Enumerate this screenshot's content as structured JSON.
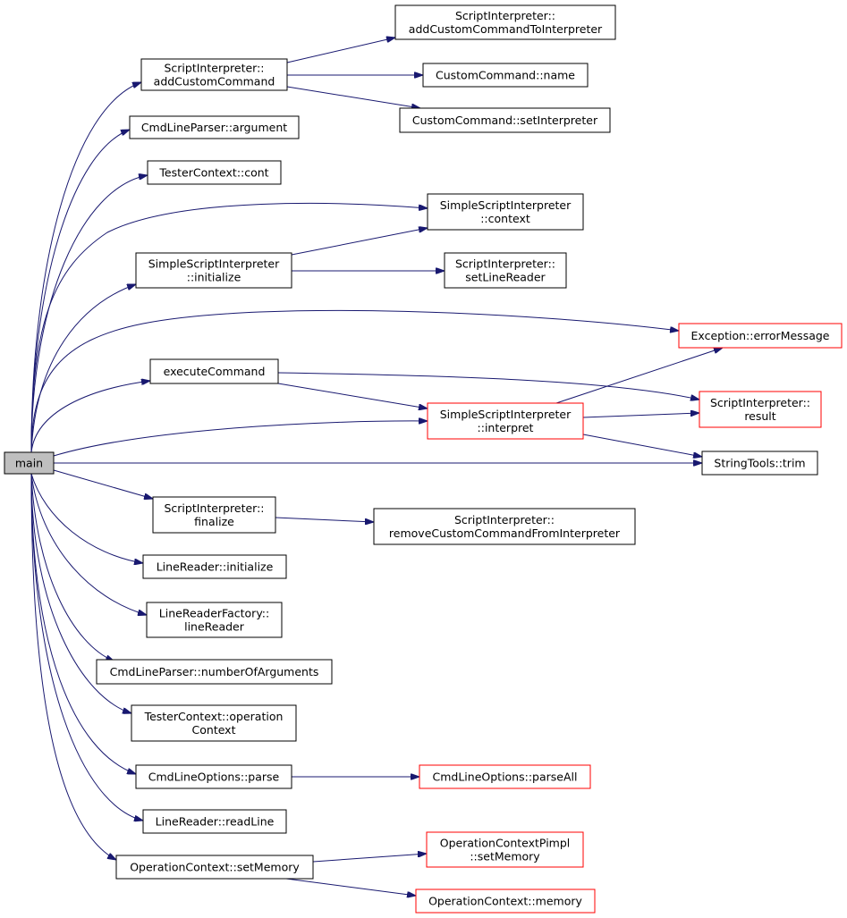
{
  "colors": {
    "edge": "#191970",
    "node_border": "#000000",
    "truncated_border": "#ff0000",
    "root_fill": "#bfbfbf"
  },
  "nodes": {
    "main": {
      "lines": [
        "main"
      ]
    },
    "add_custom_command": {
      "lines": [
        "ScriptInterpreter::",
        "addCustomCommand"
      ]
    },
    "add_custom_command_to_interpreter": {
      "lines": [
        "ScriptInterpreter::",
        "addCustomCommandToInterpreter"
      ]
    },
    "custom_command_name": {
      "lines": [
        "CustomCommand::name"
      ]
    },
    "custom_command_set_interpreter": {
      "lines": [
        "CustomCommand::setInterpreter"
      ]
    },
    "cmd_line_parser_argument": {
      "lines": [
        "CmdLineParser::argument"
      ]
    },
    "tester_context_cont": {
      "lines": [
        "TesterContext::cont"
      ]
    },
    "simple_script_interpreter_context": {
      "lines": [
        "SimpleScriptInterpreter",
        "::context"
      ]
    },
    "simple_script_interpreter_initialize": {
      "lines": [
        "SimpleScriptInterpreter",
        "::initialize"
      ]
    },
    "script_interpreter_set_line_reader": {
      "lines": [
        "ScriptInterpreter::",
        "setLineReader"
      ]
    },
    "exception_error_message": {
      "lines": [
        "Exception::errorMessage"
      ]
    },
    "execute_command": {
      "lines": [
        "executeCommand"
      ]
    },
    "script_interpreter_result": {
      "lines": [
        "ScriptInterpreter::",
        "result"
      ]
    },
    "simple_script_interpreter_interpret": {
      "lines": [
        "SimpleScriptInterpreter",
        "::interpret"
      ]
    },
    "string_tools_trim": {
      "lines": [
        "StringTools::trim"
      ]
    },
    "script_interpreter_finalize": {
      "lines": [
        "ScriptInterpreter::",
        "finalize"
      ]
    },
    "remove_custom_command_from_interpreter": {
      "lines": [
        "ScriptInterpreter::",
        "removeCustomCommandFromInterpreter"
      ]
    },
    "line_reader_initialize": {
      "lines": [
        "LineReader::initialize"
      ]
    },
    "line_reader_factory_line_reader": {
      "lines": [
        "LineReaderFactory::",
        "lineReader"
      ]
    },
    "cmd_line_parser_number_of_arguments": {
      "lines": [
        "CmdLineParser::numberOfArguments"
      ]
    },
    "tester_context_operation_context": {
      "lines": [
        "TesterContext::operation",
        "Context"
      ]
    },
    "cmd_line_options_parse": {
      "lines": [
        "CmdLineOptions::parse"
      ]
    },
    "cmd_line_options_parse_all": {
      "lines": [
        "CmdLineOptions::parseAll"
      ]
    },
    "line_reader_read_line": {
      "lines": [
        "LineReader::readLine"
      ]
    },
    "operation_context_set_memory": {
      "lines": [
        "OperationContext::setMemory"
      ]
    },
    "operation_context_pimpl_set_memory": {
      "lines": [
        "OperationContextPimpl",
        "::setMemory"
      ]
    },
    "operation_context_memory": {
      "lines": [
        "OperationContext::memory"
      ]
    }
  },
  "edges": [
    [
      "main",
      "add_custom_command"
    ],
    [
      "main",
      "cmd_line_parser_argument"
    ],
    [
      "main",
      "tester_context_cont"
    ],
    [
      "main",
      "simple_script_interpreter_context"
    ],
    [
      "main",
      "simple_script_interpreter_initialize"
    ],
    [
      "main",
      "exception_error_message"
    ],
    [
      "main",
      "execute_command"
    ],
    [
      "main",
      "simple_script_interpreter_interpret"
    ],
    [
      "main",
      "string_tools_trim"
    ],
    [
      "main",
      "script_interpreter_finalize"
    ],
    [
      "main",
      "line_reader_initialize"
    ],
    [
      "main",
      "line_reader_factory_line_reader"
    ],
    [
      "main",
      "cmd_line_parser_number_of_arguments"
    ],
    [
      "main",
      "tester_context_operation_context"
    ],
    [
      "main",
      "cmd_line_options_parse"
    ],
    [
      "main",
      "line_reader_read_line"
    ],
    [
      "main",
      "operation_context_set_memory"
    ],
    [
      "add_custom_command",
      "add_custom_command_to_interpreter"
    ],
    [
      "add_custom_command",
      "custom_command_name"
    ],
    [
      "add_custom_command",
      "custom_command_set_interpreter"
    ],
    [
      "simple_script_interpreter_initialize",
      "simple_script_interpreter_context"
    ],
    [
      "simple_script_interpreter_initialize",
      "script_interpreter_set_line_reader"
    ],
    [
      "execute_command",
      "script_interpreter_result"
    ],
    [
      "execute_command",
      "simple_script_interpreter_interpret"
    ],
    [
      "simple_script_interpreter_interpret",
      "exception_error_message"
    ],
    [
      "simple_script_interpreter_interpret",
      "script_interpreter_result"
    ],
    [
      "simple_script_interpreter_interpret",
      "string_tools_trim"
    ],
    [
      "script_interpreter_finalize",
      "remove_custom_command_from_interpreter"
    ],
    [
      "cmd_line_options_parse",
      "cmd_line_options_parse_all"
    ],
    [
      "operation_context_set_memory",
      "operation_context_pimpl_set_memory"
    ],
    [
      "operation_context_set_memory",
      "operation_context_memory"
    ]
  ]
}
